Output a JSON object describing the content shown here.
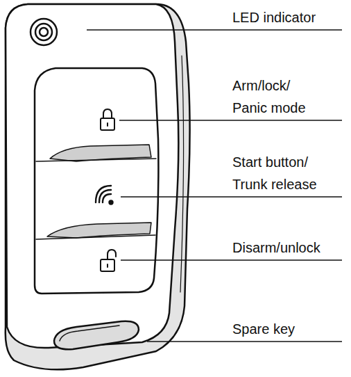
{
  "diagram": {
    "labels": [
      "LED indicator",
      "Arm/lock/ Panic mode",
      "Start button/ Trunk release",
      "Disarm/unlock",
      "Spare key"
    ]
  }
}
